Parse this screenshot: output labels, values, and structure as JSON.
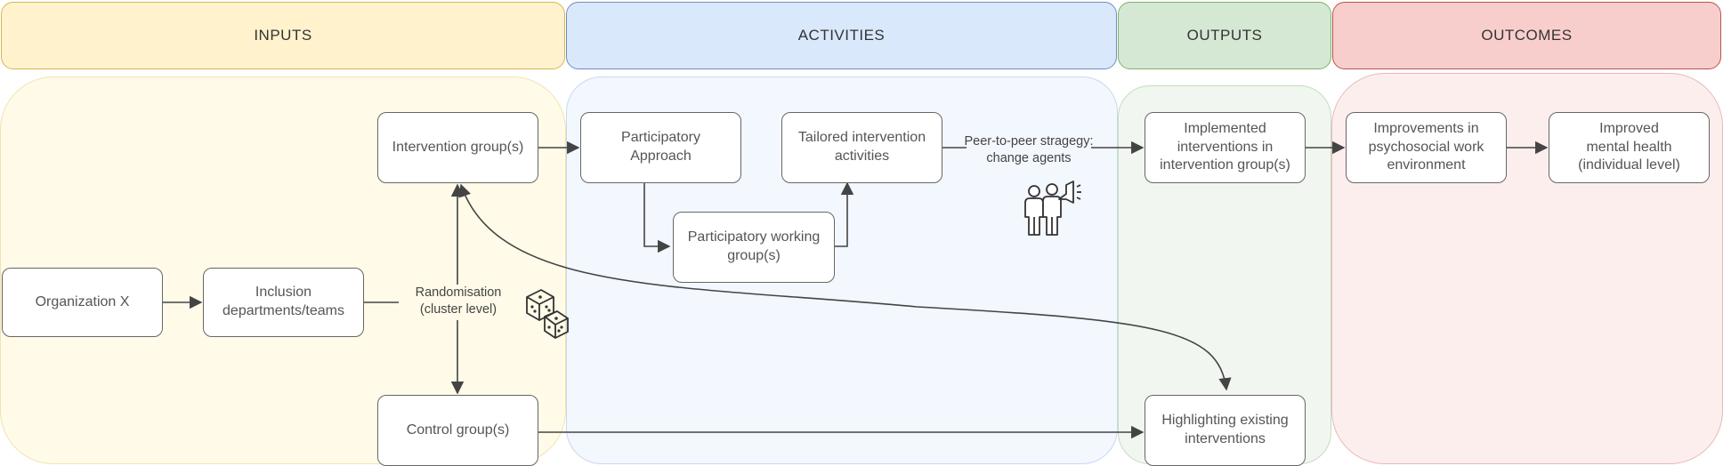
{
  "lanes": {
    "inputs": {
      "title": "INPUTS",
      "header_fill": "#fff2cc",
      "header_stroke": "#d6b656",
      "bg_fill": "#fffbe8"
    },
    "activities": {
      "title": "ACTIVITIES",
      "header_fill": "#dae8fc",
      "header_stroke": "#6c8ebf",
      "bg_fill": "#f3f7fe"
    },
    "outputs": {
      "title": "OUTPUTS",
      "header_fill": "#d5e8d4",
      "header_stroke": "#82b366",
      "bg_fill": "#f1f7f0"
    },
    "outcomes": {
      "title": "OUTCOMES",
      "header_fill": "#f8cecc",
      "header_stroke": "#b85450",
      "bg_fill": "#fdeeee"
    }
  },
  "nodes": {
    "organization": "Organization X",
    "inclusion": "Inclusion\ndepartments/teams",
    "intervention_group": "Intervention group(s)",
    "control_group": "Control group(s)",
    "participatory_approach": "Participatory\nApproach",
    "working_group": "Participatory working\ngroup(s)",
    "tailored": "Tailored intervention\nactivities",
    "implemented": "Implemented\ninterventions in\nintervention group(s)",
    "highlighting": "Highlighting existing\ninterventions",
    "psychosocial": "Improvements in\npsychosocial work\nenvironment",
    "mental_health": "Improved\nmental health\n(individual level)"
  },
  "edge_labels": {
    "randomisation": "Randomisation\n(cluster level)",
    "peer": "Peer-to-peer stragegy:\nchange agents"
  },
  "icons": {
    "dice": "dice-icon",
    "people": "change-agents-icon"
  }
}
